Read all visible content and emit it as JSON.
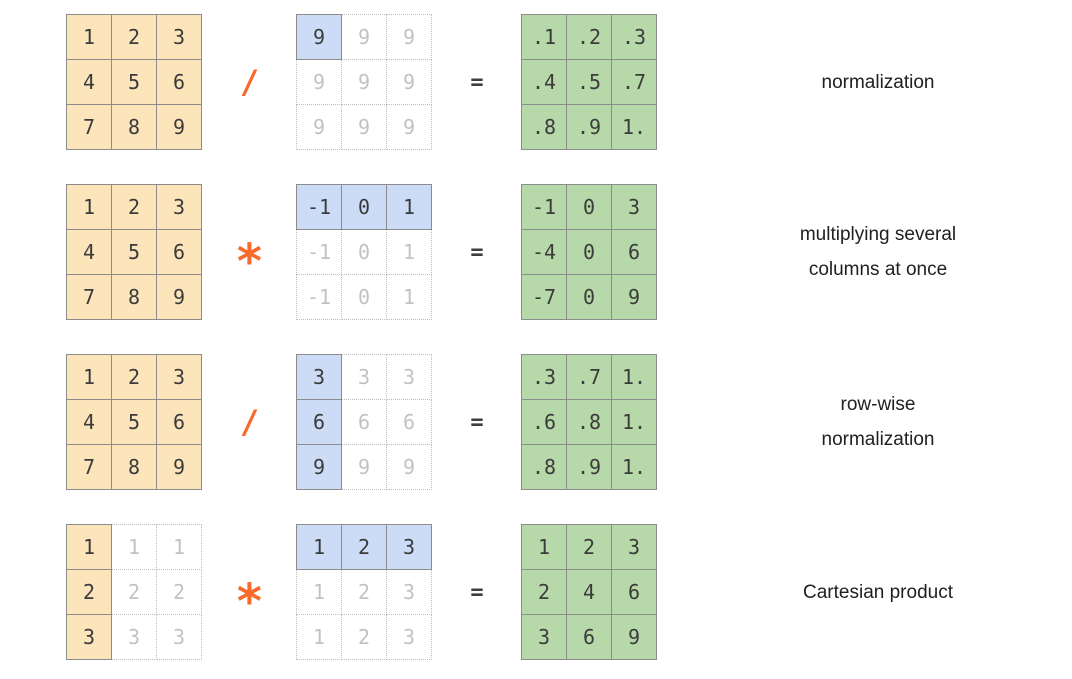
{
  "palette": {
    "background": "#ffffff",
    "orange_fill": "#fce4bb",
    "blue_fill": "#ccdcf7",
    "green_fill": "#b7d8a8",
    "solid_border": "#8c8c8c",
    "dotted_border": "#bdbdbd",
    "cell_text": "#3b3b3b",
    "faded_text": "#c2c2c2",
    "operator_color": "#f8692b",
    "equals_color": "#3f3f3f",
    "label_color": "#202020"
  },
  "rows": [
    {
      "operator": "/",
      "equals": "=",
      "label_lines": [
        "normalization"
      ],
      "left": {
        "values": [
          [
            "1",
            "2",
            "3"
          ],
          [
            "4",
            "5",
            "6"
          ],
          [
            "7",
            "8",
            "9"
          ]
        ],
        "styles": [
          [
            "o",
            "o",
            "o"
          ],
          [
            "o",
            "o",
            "o"
          ],
          [
            "o",
            "o",
            "o"
          ]
        ]
      },
      "middle": {
        "values": [
          [
            "9",
            "9",
            "9"
          ],
          [
            "9",
            "9",
            "9"
          ],
          [
            "9",
            "9",
            "9"
          ]
        ],
        "styles": [
          [
            "b",
            "d",
            "d"
          ],
          [
            "d",
            "d",
            "d"
          ],
          [
            "d",
            "d",
            "d"
          ]
        ]
      },
      "result": {
        "values": [
          [
            ".1",
            ".2",
            ".3"
          ],
          [
            ".4",
            ".5",
            ".7"
          ],
          [
            ".8",
            ".9",
            "1."
          ]
        ],
        "styles": [
          [
            "g",
            "g",
            "g"
          ],
          [
            "g",
            "g",
            "g"
          ],
          [
            "g",
            "g",
            "g"
          ]
        ]
      }
    },
    {
      "operator": "*",
      "equals": "=",
      "label_lines": [
        "multiplying several",
        "columns at once"
      ],
      "left": {
        "values": [
          [
            "1",
            "2",
            "3"
          ],
          [
            "4",
            "5",
            "6"
          ],
          [
            "7",
            "8",
            "9"
          ]
        ],
        "styles": [
          [
            "o",
            "o",
            "o"
          ],
          [
            "o",
            "o",
            "o"
          ],
          [
            "o",
            "o",
            "o"
          ]
        ]
      },
      "middle": {
        "values": [
          [
            "-1",
            "0",
            "1"
          ],
          [
            "-1",
            "0",
            "1"
          ],
          [
            "-1",
            "0",
            "1"
          ]
        ],
        "styles": [
          [
            "b",
            "b",
            "b"
          ],
          [
            "d",
            "d",
            "d"
          ],
          [
            "d",
            "d",
            "d"
          ]
        ]
      },
      "result": {
        "values": [
          [
            "-1",
            "0",
            "3"
          ],
          [
            "-4",
            "0",
            "6"
          ],
          [
            "-7",
            "0",
            "9"
          ]
        ],
        "styles": [
          [
            "g",
            "g",
            "g"
          ],
          [
            "g",
            "g",
            "g"
          ],
          [
            "g",
            "g",
            "g"
          ]
        ]
      }
    },
    {
      "operator": "/",
      "equals": "=",
      "label_lines": [
        "row-wise",
        "normalization"
      ],
      "left": {
        "values": [
          [
            "1",
            "2",
            "3"
          ],
          [
            "4",
            "5",
            "6"
          ],
          [
            "7",
            "8",
            "9"
          ]
        ],
        "styles": [
          [
            "o",
            "o",
            "o"
          ],
          [
            "o",
            "o",
            "o"
          ],
          [
            "o",
            "o",
            "o"
          ]
        ]
      },
      "middle": {
        "values": [
          [
            "3",
            "3",
            "3"
          ],
          [
            "6",
            "6",
            "6"
          ],
          [
            "9",
            "9",
            "9"
          ]
        ],
        "styles": [
          [
            "b",
            "d",
            "d"
          ],
          [
            "b",
            "d",
            "d"
          ],
          [
            "b",
            "d",
            "d"
          ]
        ]
      },
      "result": {
        "values": [
          [
            ".3",
            ".7",
            "1."
          ],
          [
            ".6",
            ".8",
            "1."
          ],
          [
            ".8",
            ".9",
            "1."
          ]
        ],
        "styles": [
          [
            "g",
            "g",
            "g"
          ],
          [
            "g",
            "g",
            "g"
          ],
          [
            "g",
            "g",
            "g"
          ]
        ]
      }
    },
    {
      "operator": "*",
      "equals": "=",
      "label_lines": [
        "Cartesian product"
      ],
      "left": {
        "values": [
          [
            "1",
            "1",
            "1"
          ],
          [
            "2",
            "2",
            "2"
          ],
          [
            "3",
            "3",
            "3"
          ]
        ],
        "styles": [
          [
            "o",
            "d",
            "d"
          ],
          [
            "o",
            "d",
            "d"
          ],
          [
            "o",
            "d",
            "d"
          ]
        ]
      },
      "middle": {
        "values": [
          [
            "1",
            "2",
            "3"
          ],
          [
            "1",
            "2",
            "3"
          ],
          [
            "1",
            "2",
            "3"
          ]
        ],
        "styles": [
          [
            "b",
            "b",
            "b"
          ],
          [
            "d",
            "d",
            "d"
          ],
          [
            "d",
            "d",
            "d"
          ]
        ]
      },
      "result": {
        "values": [
          [
            "1",
            "2",
            "3"
          ],
          [
            "2",
            "4",
            "6"
          ],
          [
            "3",
            "6",
            "9"
          ]
        ],
        "styles": [
          [
            "g",
            "g",
            "g"
          ],
          [
            "g",
            "g",
            "g"
          ],
          [
            "g",
            "g",
            "g"
          ]
        ]
      }
    }
  ]
}
